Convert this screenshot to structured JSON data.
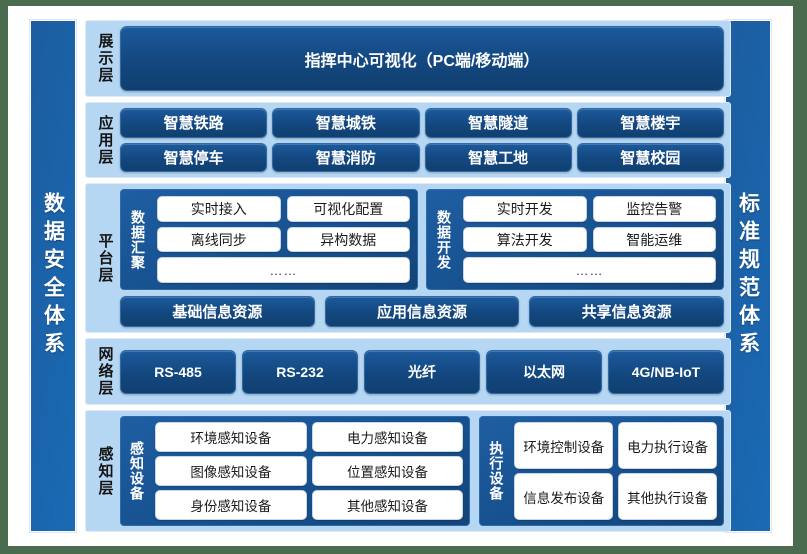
{
  "pillars": {
    "left": "数据安全体系",
    "right": "标准规范体系"
  },
  "layers": {
    "display": {
      "name": "展示层",
      "banner": "指挥中心可视化（PC端/移动端）"
    },
    "application": {
      "name": "应用层",
      "items": [
        "智慧铁路",
        "智慧城铁",
        "智慧隧道",
        "智慧楼宇",
        "智慧停车",
        "智慧消防",
        "智慧工地",
        "智慧校园"
      ]
    },
    "platform": {
      "name": "平台层",
      "groups": [
        {
          "name": "数据汇聚",
          "rows": [
            [
              "实时接入",
              "可视化配置"
            ],
            [
              "离线同步",
              "异构数据"
            ],
            [
              "……"
            ]
          ]
        },
        {
          "name": "数据开发",
          "rows": [
            [
              "实时开发",
              "监控告警"
            ],
            [
              "算法开发",
              "智能运维"
            ],
            [
              "……"
            ]
          ]
        }
      ],
      "resources": [
        "基础信息资源",
        "应用信息资源",
        "共享信息资源"
      ]
    },
    "network": {
      "name": "网络层",
      "items": [
        "RS-485",
        "RS-232",
        "光纤",
        "以太网",
        "4G/NB-IoT"
      ]
    },
    "sensing": {
      "name": "感知层",
      "groups": [
        {
          "name": "感知设备",
          "rows": [
            [
              "环境感知设备",
              "电力感知设备"
            ],
            [
              "图像感知设备",
              "位置感知设备"
            ],
            [
              "身份感知设备",
              "其他感知设备"
            ]
          ]
        },
        {
          "name": "执行设备",
          "rows": [
            [
              "环境控制设备",
              "电力执行设备"
            ],
            [
              "信息发布设备",
              "其他执行设备"
            ]
          ]
        }
      ]
    }
  },
  "colors": {
    "page_background": "#4a6b4d",
    "card": "#ffffff",
    "layer_panel": "#b6d7f3",
    "chip_blue": "#13477f",
    "pillar_blue": "#1b62a8",
    "pill_white": "#ffffff"
  }
}
